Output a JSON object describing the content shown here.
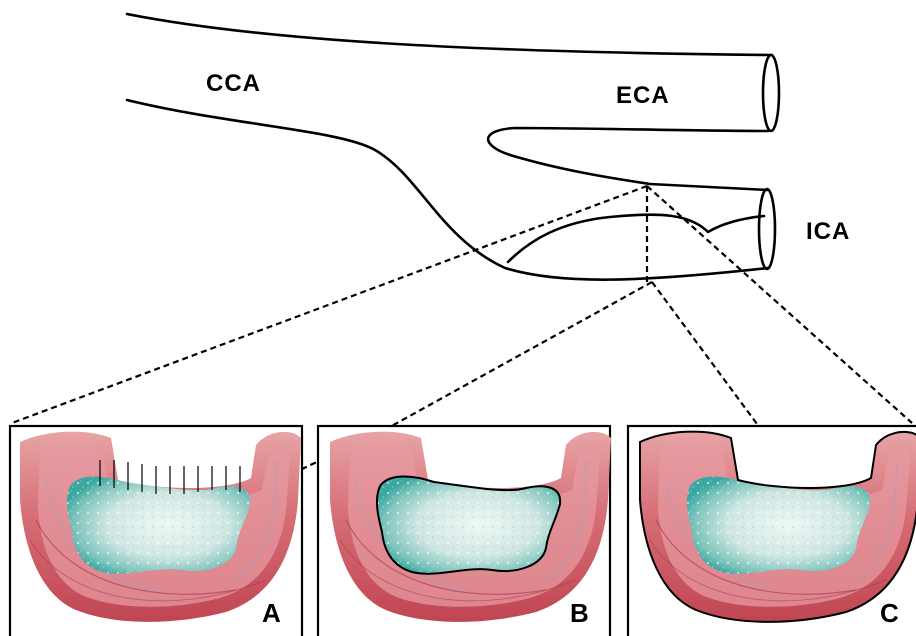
{
  "vessel_labels": {
    "cca": "CCA",
    "eca": "ECA",
    "ica": "ICA"
  },
  "panels": [
    {
      "letter": "A"
    },
    {
      "letter": "B"
    },
    {
      "letter": "C"
    }
  ],
  "colors": {
    "vessel_wall_pink": "#d9737c",
    "vessel_wall_deep": "#b9404c",
    "plaque_core": "#d8ece8",
    "plaque_teal": "#3aa8a0",
    "outline": "#000000"
  }
}
